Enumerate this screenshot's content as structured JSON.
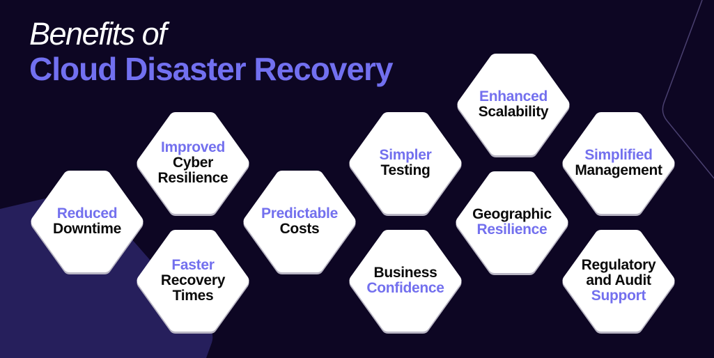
{
  "title": {
    "line1": "Benefits of",
    "line2": "Cloud Disaster Recovery"
  },
  "colors": {
    "background": "#0d0623",
    "accent": "#7270f0",
    "blob": "#261f5c",
    "hex_fill": "#ffffff",
    "text_dark": "#0a0a0a",
    "line": "#4a4070"
  },
  "benefits": [
    {
      "lines": [
        {
          "text": "Reduced",
          "tone": "accent"
        },
        {
          "text": "Downtime",
          "tone": "dark"
        }
      ]
    },
    {
      "lines": [
        {
          "text": "Improved",
          "tone": "accent"
        },
        {
          "text": "Cyber",
          "tone": "dark"
        },
        {
          "text": "Resilience",
          "tone": "dark"
        }
      ]
    },
    {
      "lines": [
        {
          "text": "Faster",
          "tone": "accent"
        },
        {
          "text": "Recovery",
          "tone": "dark"
        },
        {
          "text": "Times",
          "tone": "dark"
        }
      ]
    },
    {
      "lines": [
        {
          "text": "Predictable",
          "tone": "accent"
        },
        {
          "text": "Costs",
          "tone": "dark"
        }
      ]
    },
    {
      "lines": [
        {
          "text": "Simpler",
          "tone": "accent"
        },
        {
          "text": "Testing",
          "tone": "dark"
        }
      ]
    },
    {
      "lines": [
        {
          "text": "Business",
          "tone": "dark"
        },
        {
          "text": "Confidence",
          "tone": "accent"
        }
      ]
    },
    {
      "lines": [
        {
          "text": "Enhanced",
          "tone": "accent"
        },
        {
          "text": "Scalability",
          "tone": "dark"
        }
      ]
    },
    {
      "lines": [
        {
          "text": "Geographic",
          "tone": "dark"
        },
        {
          "text": "Resilience",
          "tone": "accent"
        }
      ]
    },
    {
      "lines": [
        {
          "text": "Simplified",
          "tone": "accent"
        },
        {
          "text": "Management",
          "tone": "dark"
        }
      ]
    },
    {
      "lines": [
        {
          "text": "Regulatory",
          "tone": "dark"
        },
        {
          "text": "and Audit",
          "tone": "dark"
        },
        {
          "text": "Support",
          "tone": "accent"
        }
      ]
    }
  ]
}
